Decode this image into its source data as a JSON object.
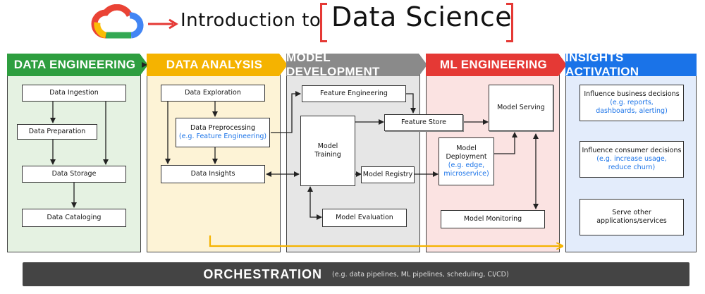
{
  "title": {
    "prefix": "Introduction to",
    "emphasis": "Data Science"
  },
  "colors": {
    "data_engineering": "#2e9e3f",
    "data_analysis": "#f5b300",
    "model_development": "#8a8a8a",
    "ml_engineering": "#e53935",
    "insights_activation": "#1a73e8",
    "orchestration": "#444444"
  },
  "columns": {
    "data_engineering": {
      "header": "DATA ENGINEERING",
      "boxes": [
        "Data Ingestion",
        "Data Preparation",
        "Data Storage",
        "Data Cataloging"
      ]
    },
    "data_analysis": {
      "header": "DATA ANALYSIS",
      "exploration": "Data Exploration",
      "preprocessing": "Data Preprocessing",
      "preprocessing_note": "(e.g. Feature Engineering)",
      "insights": "Data Insights"
    },
    "model_development": {
      "header": "MODEL DEVELOPMENT",
      "feature_engineering": "Feature Engineering",
      "feature_store": "Feature Store",
      "training_line1": "Model",
      "training_line2": "Training",
      "registry": "Model Registry",
      "evaluation": "Model Evaluation"
    },
    "ml_engineering": {
      "header": "ML ENGINEERING",
      "serving": "Model Serving",
      "deployment_line1": "Model",
      "deployment_line2": "Deployment",
      "deployment_note1": "(e.g. edge,",
      "deployment_note2": "microservice)",
      "monitoring": "Model Monitoring"
    },
    "insights_activation": {
      "header": "INSIGHTS ACTIVATION",
      "business": "Influence business decisions",
      "business_note1": "(e.g. reports,",
      "business_note2": "dashboards, alerting)",
      "consumer": "Influence consumer decisions",
      "consumer_note1": "(e.g. increase usage,",
      "consumer_note2": "reduce churn)",
      "serve_line1": "Serve other",
      "serve_line2": "applications/services"
    }
  },
  "orchestration": {
    "label": "ORCHESTRATION",
    "note": "(e.g. data pipelines, ML pipelines, scheduling, CI/CD)"
  },
  "icons": {
    "logo": "google-cloud-logo-icon"
  }
}
